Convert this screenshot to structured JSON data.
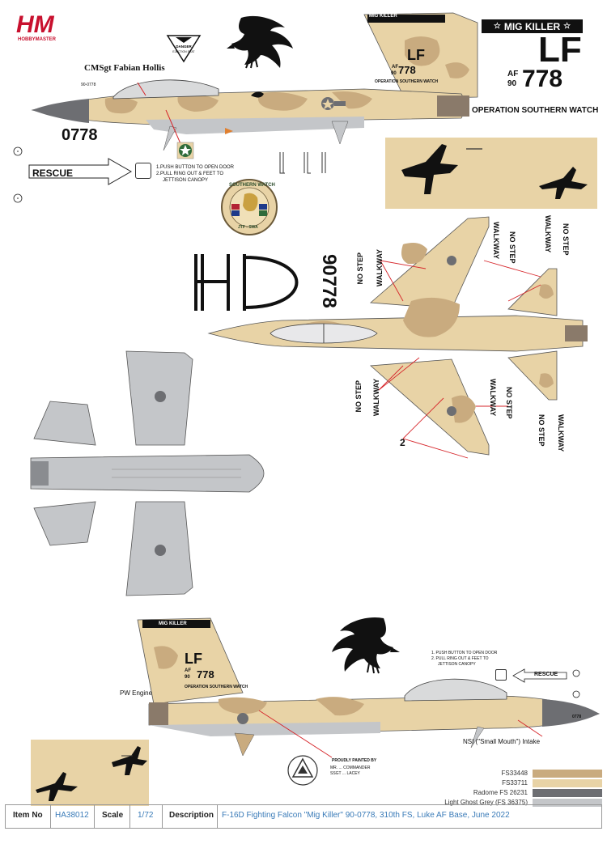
{
  "brand": {
    "logo_text": "HM",
    "logo_sub": "HOBBYMASTER"
  },
  "markings": {
    "mig_killer": "MIG KILLER",
    "tail_code": "LF",
    "af_label": "AF",
    "year": "90",
    "serial_short": "778",
    "serial_full": "0778",
    "serial_nose": "90-0778",
    "op_name": "OPERATION SOUTHERN WATCH",
    "crew_chief": "CMSgt Fabian Hollis",
    "danger_label": "DANGER",
    "ejection_seat": "EJECTION SEAT",
    "rescue": "RESCUE",
    "rescue_step1": "1.PUSH BUTTON TO OPEN DOOR",
    "rescue_step2": "2.PULL RING OUT & FEET TO",
    "rescue_step3": "JETTISON CANOPY",
    "rescue_small_1": "1. PUSH BUTTON TO OPEN DOOR",
    "rescue_small_2": "2. PULL RING OUT & FEET TO",
    "rescue_small_3": "JETTISON CANOPY",
    "patch_top": "SOUTHERN WATCH",
    "patch_bottom": "JTF - SWA",
    "no_step": "NO STEP",
    "walkway": "WALKWAY",
    "upper_serial": "90778",
    "callout_2": "2",
    "pw_engine": "PW Engine",
    "nsi_intake": "NSI (\"Small Mouth\") Intake",
    "proudly_painted": "PROUDLY PAINTED BY",
    "painted_names_1": "MR. ... COMMANDER",
    "painted_names_2": "SSGT ... LACEY",
    "nose_number": "0778"
  },
  "swatches": [
    {
      "label": "FS33448",
      "color": "#c9ab7f"
    },
    {
      "label": "FS33711",
      "color": "#e8d3a6"
    },
    {
      "label": "Radome FS 26231",
      "color": "#6d6e72"
    },
    {
      "label": "Light Ghost Grey (FS 36375)",
      "color": "#c4c6c9"
    }
  ],
  "colors": {
    "tan_dark": "#c9ab7f",
    "tan_light": "#e8d3a6",
    "radome": "#6d6e72",
    "ghost_grey": "#c4c6c9",
    "arrow_red": "#d6262b",
    "brand_red": "#c8102e"
  },
  "footer": {
    "item_no_label": "Item No",
    "item_no": "HA38012",
    "scale_label": "Scale",
    "scale": "1/72",
    "description_label": "Description",
    "description": "F-16D Fighting Falcon \"Mig Killer\" 90-0778, 310th FS, Luke AF Base, June 2022"
  }
}
